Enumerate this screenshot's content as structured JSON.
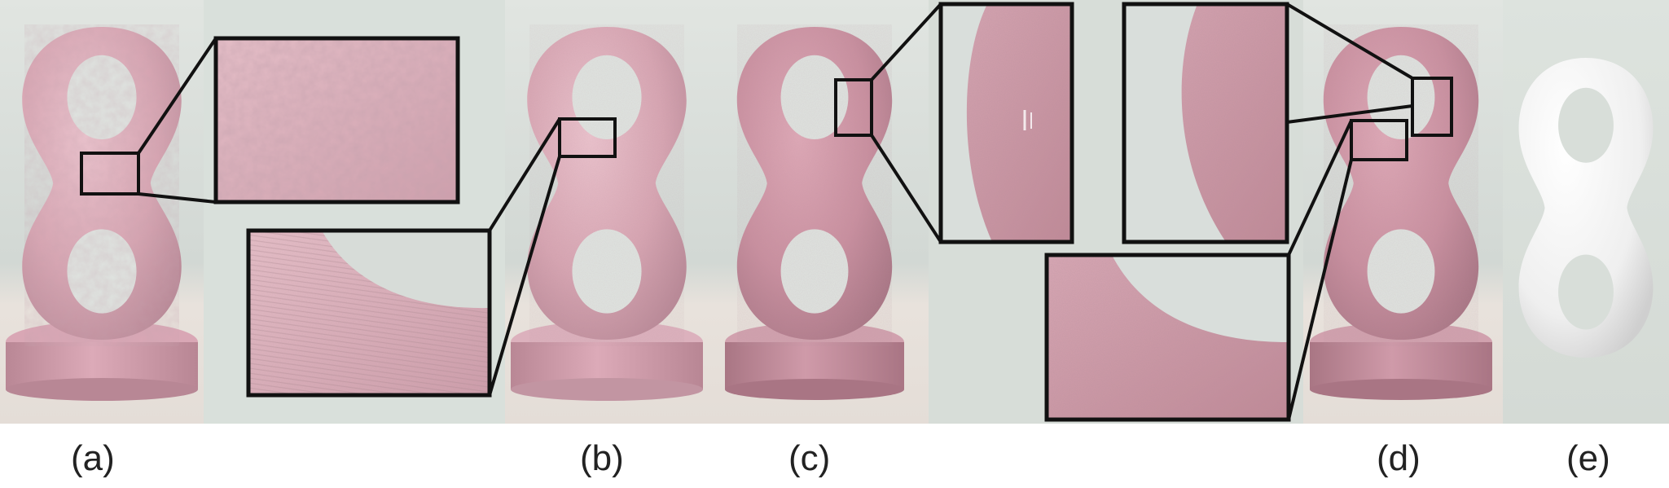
{
  "panel_labels": [
    "(a)",
    "(b)",
    "(c)",
    "(d)",
    "(e)"
  ],
  "colors": {
    "backdrop": "#d6dcd8",
    "backdrop_light": "#e4e8e4",
    "backdrop_warm": "#e9e4df",
    "object_pink": "#d9a9b6",
    "object_pink_dark": "#b98a98",
    "render_white": "#f2f2f2",
    "frame": "#111111"
  }
}
